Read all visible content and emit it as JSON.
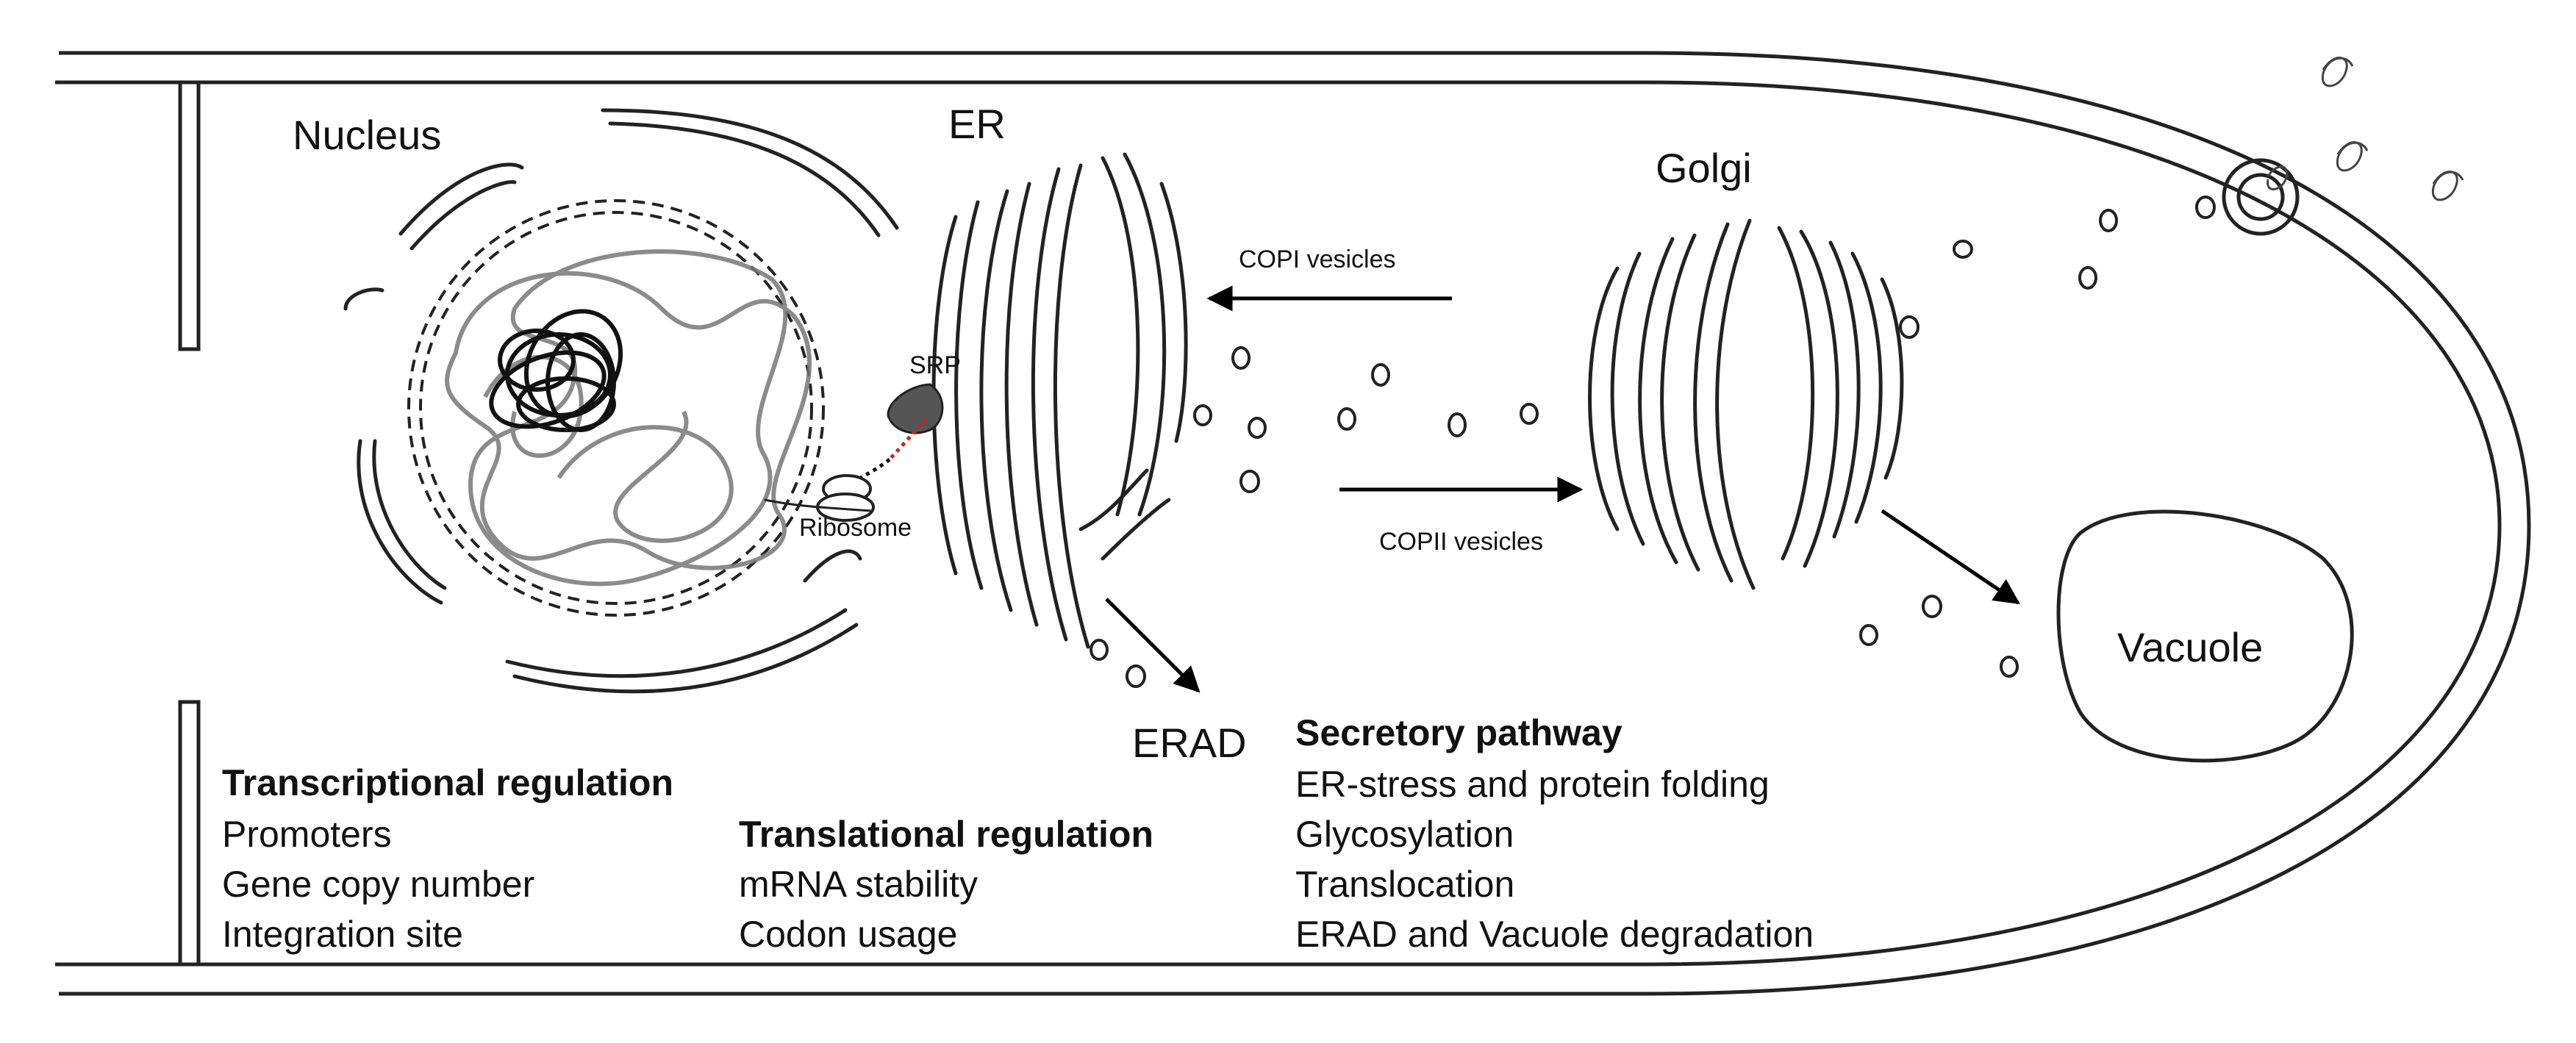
{
  "labels": {
    "nucleus": "Nucleus",
    "er": "ER",
    "golgi": "Golgi",
    "srp": "SRP",
    "ribosome": "Ribosome",
    "copi": "COPI vesicles",
    "copii": "COPII vesicles",
    "erad": "ERAD",
    "vacuole": "Vacuole"
  },
  "blocks": {
    "transcriptional": {
      "title": "Transcriptional regulation",
      "items": [
        "Promoters",
        "Gene copy number",
        "Integration site"
      ]
    },
    "translational": {
      "title": "Translational regulation",
      "items": [
        "mRNA stability",
        "Codon usage"
      ]
    },
    "secretory": {
      "title": "Secretory pathway",
      "items": [
        "ER-stress and protein folding",
        "Glycosylation",
        "Translocation",
        "ERAD and Vacuole degradation"
      ]
    }
  }
}
